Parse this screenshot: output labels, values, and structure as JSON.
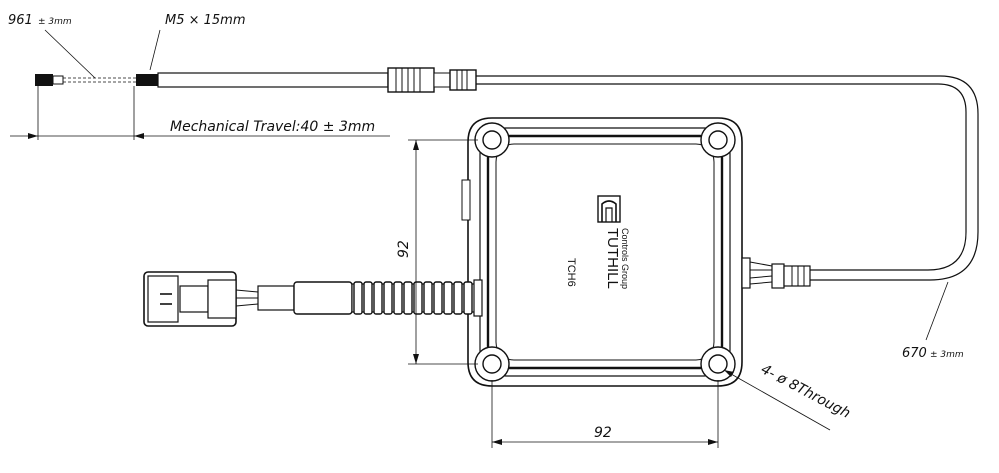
{
  "dimensions": {
    "cable_length_left": {
      "value": "961",
      "tol": "± 3mm"
    },
    "thread": "M5 × 15mm",
    "mechanical_travel": "Mechanical Travel:40 ± 3mm",
    "height": "92",
    "width": "92",
    "cable_length_right": {
      "value": "670",
      "tol": "± 3mm"
    },
    "holes": "4- ø 8Through"
  },
  "device": {
    "brand_line1": "TUTHILL",
    "brand_line2": "Controls Group",
    "model": "TCH6"
  },
  "colors": {
    "line": "#111111",
    "background": "#ffffff"
  }
}
